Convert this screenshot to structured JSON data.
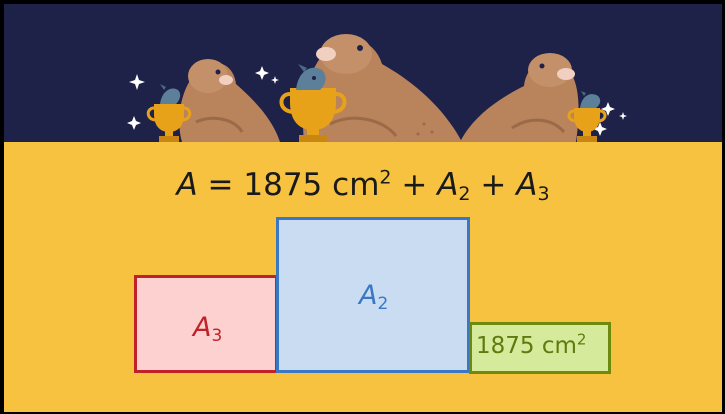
{
  "equation": {
    "lhs_var": "A",
    "equals": "=",
    "value": "1875",
    "unit": "cm",
    "unit_exp": "2",
    "plus1": "+",
    "term2_var": "A",
    "term2_sub": "2",
    "plus2": "+",
    "term3_var": "A",
    "term3_sub": "3"
  },
  "rectangles": {
    "a3": {
      "var": "A",
      "sub": "3",
      "fill": "#fdd1cf",
      "stroke": "#c0222a"
    },
    "a2": {
      "var": "A",
      "sub": "2",
      "fill": "#c9dcf2",
      "stroke": "#3a78c4"
    },
    "a1": {
      "value": "1875",
      "unit": "cm",
      "unit_exp": "2",
      "fill": "#d6ea9c",
      "stroke": "#6e8a0e"
    }
  },
  "banner": {
    "background": "#1e2148",
    "icons": [
      "seal-icon",
      "trophy-icon",
      "fish-icon",
      "sparkle-icon"
    ]
  },
  "colors": {
    "background": "#f7c240"
  }
}
